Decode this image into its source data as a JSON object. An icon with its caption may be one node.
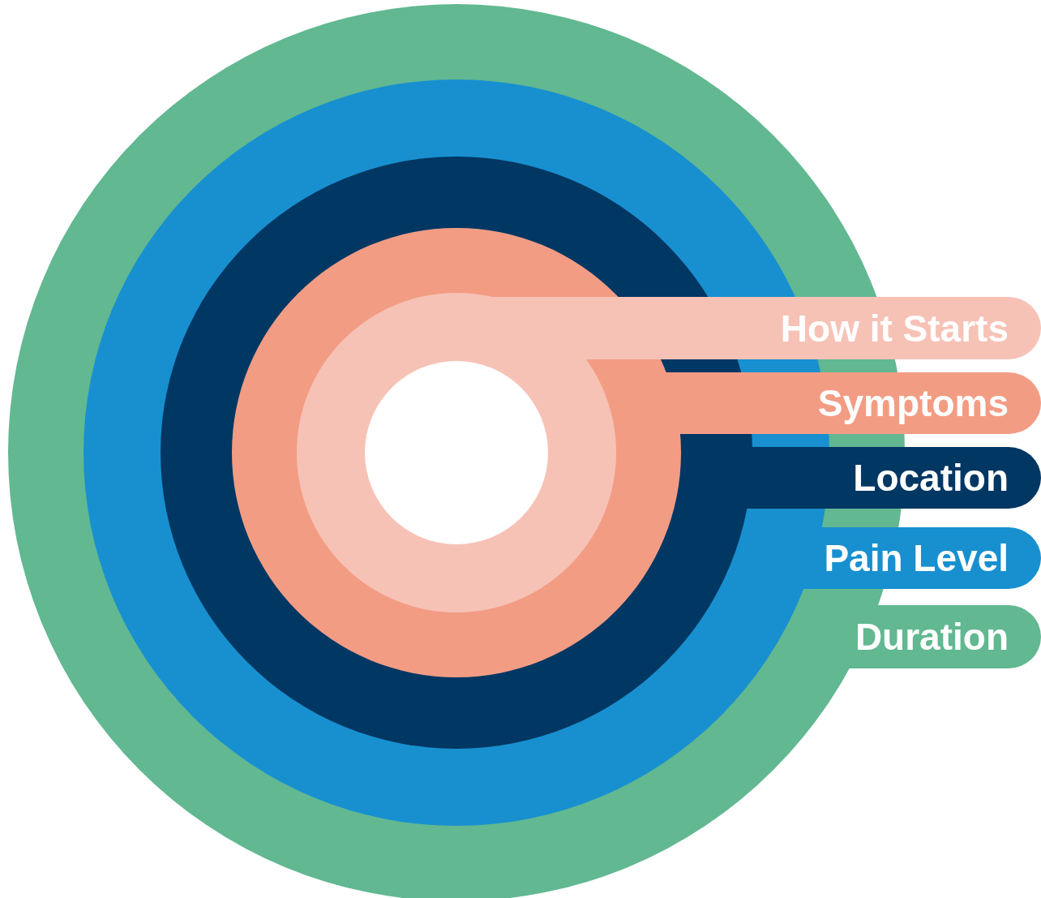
{
  "diagram": {
    "nodes": [
      {
        "text": [
          "How it Starts"
        ]
      },
      {
        "text": [
          "Symptoms"
        ]
      },
      {
        "text": [
          "Location"
        ]
      },
      {
        "text": [
          "Pain Level"
        ]
      },
      {
        "text": [
          "Duration"
        ]
      },
      {
        "text": [],
        "shape": "circle"
      }
    ]
  }
}
